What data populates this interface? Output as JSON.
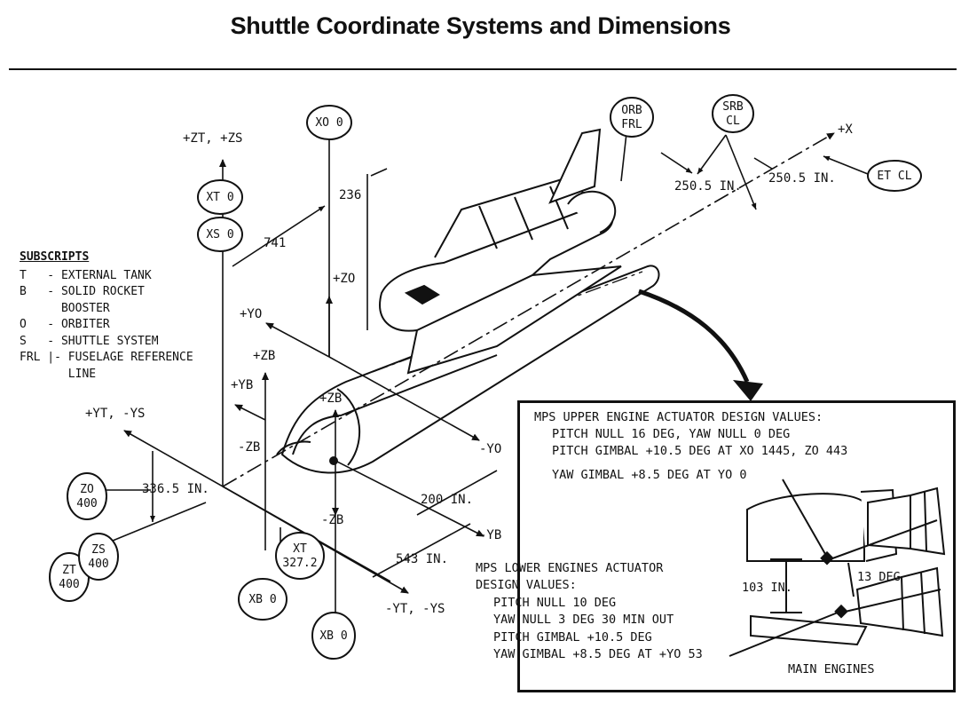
{
  "title": "Shuttle Coordinate Systems and Dimensions",
  "subscripts": {
    "heading": "SUBSCRIPTS",
    "rows": [
      "T   - EXTERNAL TANK",
      "B   - SOLID ROCKET",
      "      BOOSTER",
      "O   - ORBITER",
      "S   - SHUTTLE SYSTEM",
      "FRL |- FUSELAGE REFERENCE",
      "       LINE"
    ]
  },
  "axes": {
    "zt_zs": "+ZT, +ZS",
    "plus_x": "+X",
    "plus_zo": "+ZO",
    "plus_yo": "+YO",
    "plus_zb": "+ZB",
    "plus_yb": "+YB",
    "plus_zb2": "+ZB",
    "minus_zb": "-ZB",
    "minus_zb2": "-ZB",
    "minus_yo": "-YO",
    "minus_yb": "-YB",
    "yt_ys": "+YT, -YS",
    "minus_yt_ys": "-YT, -YS"
  },
  "callouts": {
    "xo": "XO 0",
    "xt": "XT 0",
    "xs": "XS 0",
    "orb_frl_1": "ORB",
    "orb_frl_2": "FRL",
    "srb_cl_1": "SRB",
    "srb_cl_2": "CL",
    "et_cl": "ET CL",
    "zo_1": "ZO",
    "zo_2": "400",
    "zt_1": "ZT",
    "zt_2": "400",
    "zs_1": "ZS",
    "zs_2": "400",
    "xt_1": "XT",
    "xt_2": "327.2",
    "xb1": "XB 0",
    "xb2": "XB 0"
  },
  "dimensions": {
    "d236": "236",
    "d741": "741",
    "d250a": "250.5 IN.",
    "d250b": "250.5 IN.",
    "d336": "336.5 IN.",
    "d200": "200 IN.",
    "d543": "543 IN."
  },
  "upper_engine": {
    "line1": "MPS UPPER ENGINE ACTUATOR DESIGN VALUES:",
    "line2": "PITCH NULL 16 DEG, YAW NULL 0 DEG",
    "line3": "PITCH GIMBAL +10.5 DEG AT XO 1445, ZO 443",
    "line4": "YAW GIMBAL +8.5 DEG AT YO 0"
  },
  "lower_engine": {
    "line1": "MPS LOWER ENGINES ACTUATOR",
    "line2": "DESIGN VALUES:",
    "line3": "PITCH NULL 10 DEG",
    "line4": "YAW NULL 3 DEG 30 MIN OUT",
    "line5": "PITCH GIMBAL +10.5 DEG",
    "line6": "YAW GIMBAL +8.5 DEG AT +YO 53"
  },
  "engine_labels": {
    "d103": "103 IN.",
    "d13": "13 DEG",
    "main": "MAIN ENGINES"
  }
}
